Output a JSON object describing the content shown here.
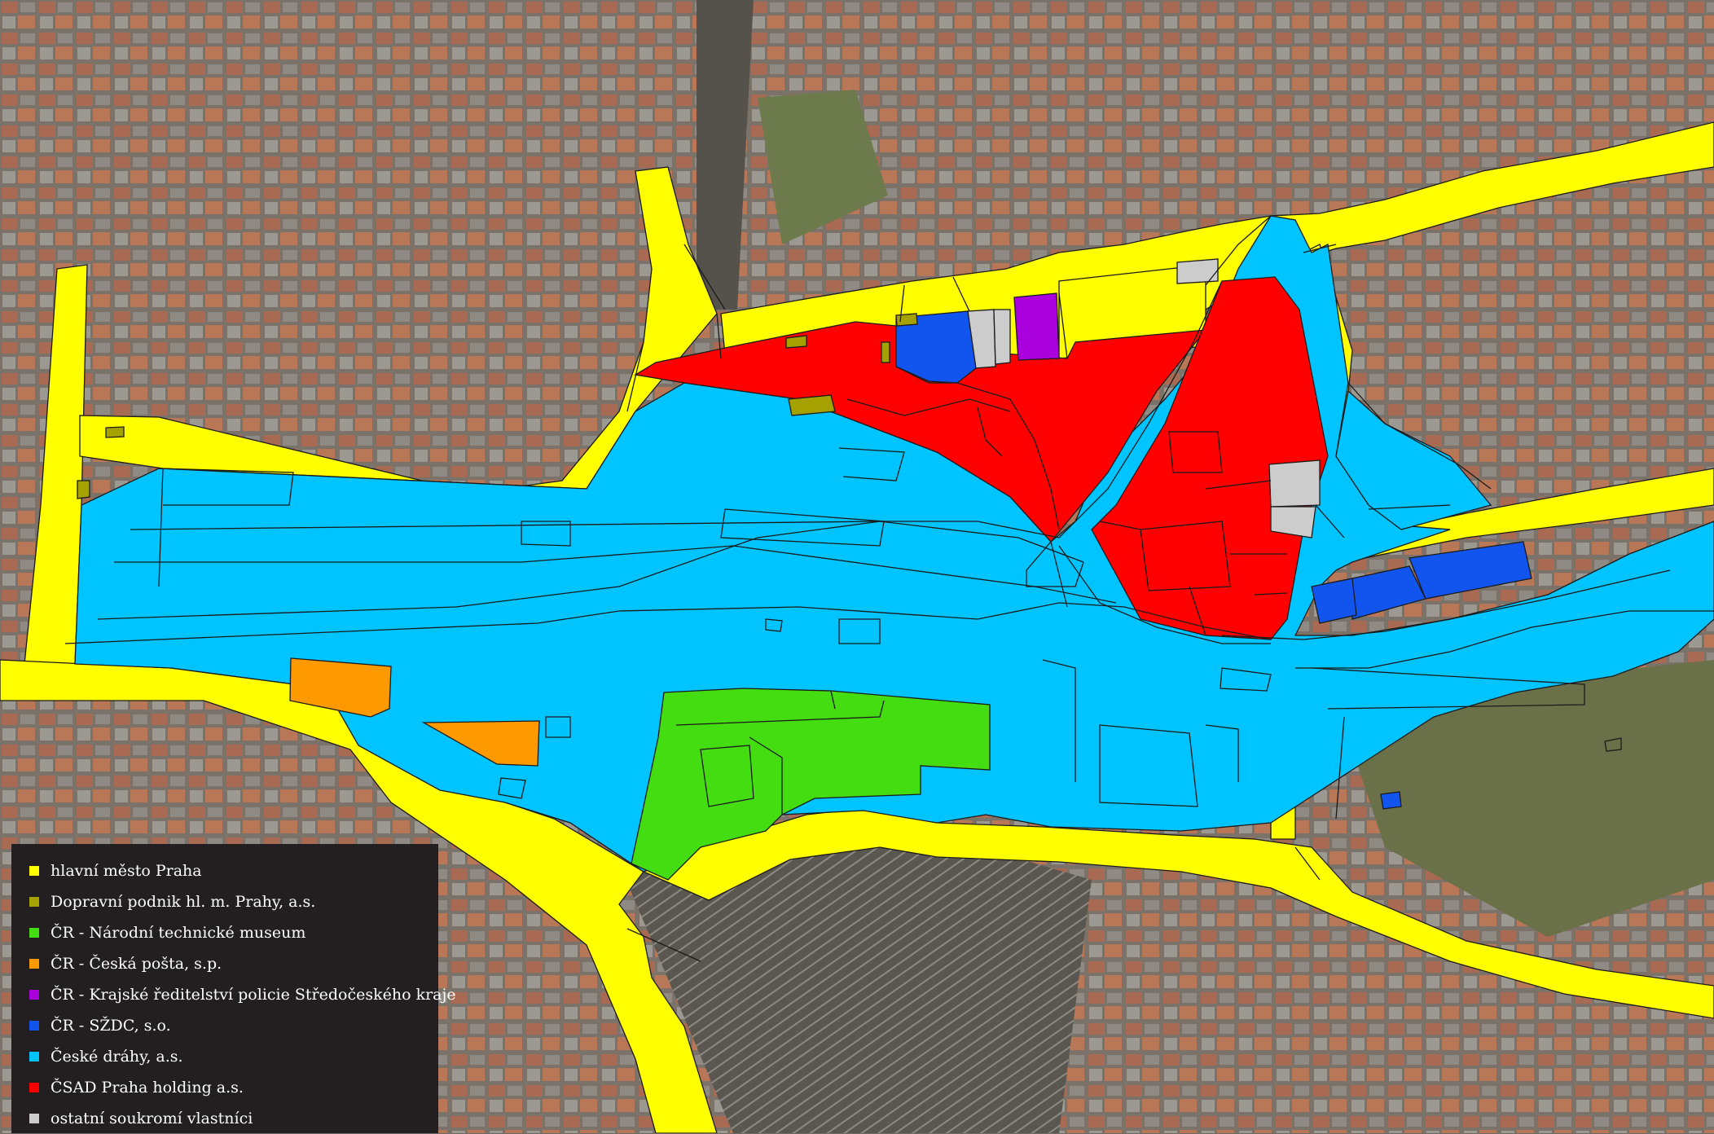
{
  "map": {
    "colors": {
      "praha": "#ffff00",
      "dpp": "#a5a100",
      "ntm": "#44dd11",
      "posta": "#ff9900",
      "policie": "#aa00dd",
      "szdc": "#1155ee",
      "cd": "#00c4ff",
      "csad": "#ff0000",
      "private": "#cccccc",
      "outline": "#1a1a1a"
    }
  },
  "legend": {
    "items": [
      {
        "key": "praha",
        "label": "hlavní město Praha",
        "color": "#ffff00"
      },
      {
        "key": "dpp",
        "label": "Dopravní podnik hl. m. Prahy, a.s.",
        "color": "#a5a100"
      },
      {
        "key": "ntm",
        "label": "ČR - Národní technické museum",
        "color": "#44dd11"
      },
      {
        "key": "posta",
        "label": "ČR - Česká pošta, s.p.",
        "color": "#ff9900"
      },
      {
        "key": "policie",
        "label": "ČR - Krajské ředitelství policie Středočeského kraje",
        "color": "#aa00dd"
      },
      {
        "key": "szdc",
        "label": "ČR - SŽDC, s.o.",
        "color": "#1155ee"
      },
      {
        "key": "cd",
        "label": "České dráhy, a.s.",
        "color": "#00c4ff"
      },
      {
        "key": "csad",
        "label": "ČSAD Praha holding a.s.",
        "color": "#ff0000"
      },
      {
        "key": "private",
        "label": "ostatní soukromí vlastníci",
        "color": "#cccccc"
      }
    ]
  }
}
